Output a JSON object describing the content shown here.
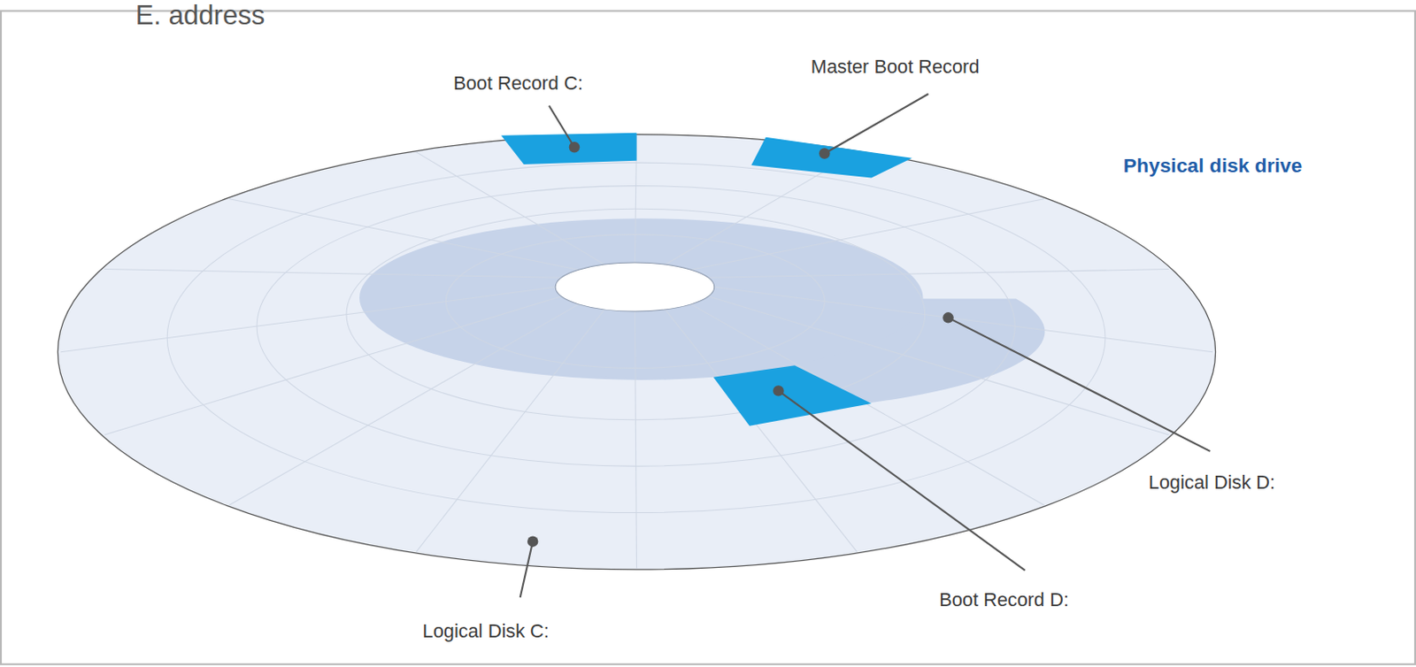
{
  "diagram": {
    "labels": [
      "E. address",
      "Boot Record C:",
      "Master Boot Record",
      "Physical disk drive",
      "Logical Disk D:",
      "Boot Record D:",
      "Logical Disk C:"
    ]
  }
}
